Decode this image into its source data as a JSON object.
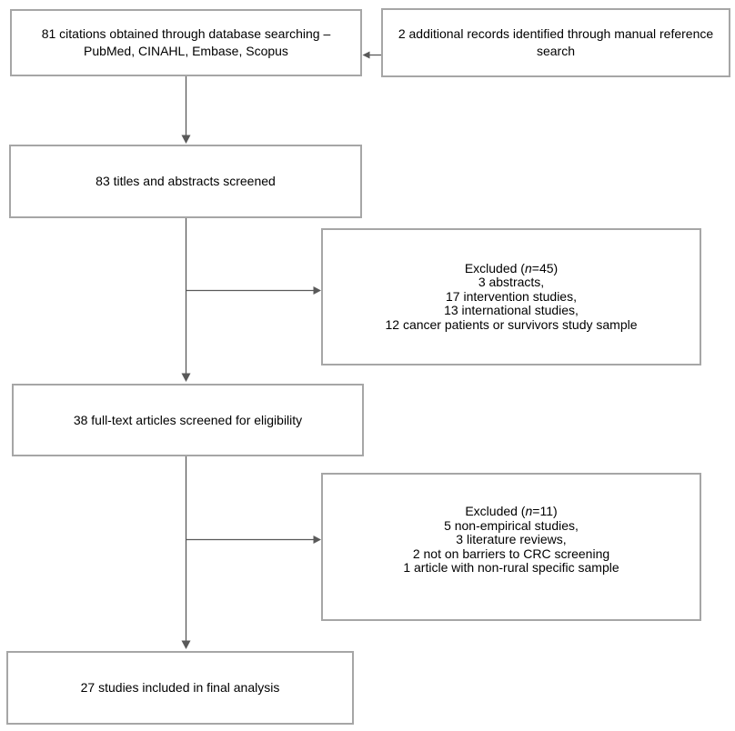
{
  "colors": {
    "box_border": "#a6a6a6",
    "arrow": "#595959",
    "text": "#000000",
    "background": "#ffffff"
  },
  "boxes": {
    "database_search": {
      "lines": [
        "81 citations obtained through database searching –",
        "PubMed, CINAHL, Embase,  Scopus"
      ]
    },
    "manual_search": {
      "lines": [
        "2 additional records identified through manual reference",
        "search"
      ]
    },
    "titles_screened": {
      "text": "83 titles and abstracts screened"
    },
    "excluded_screening": {
      "header_prefix": "Excluded (",
      "header_n": "n",
      "header_suffix": "=45)",
      "items": [
        "3 abstracts,",
        "17 intervention studies,",
        "13 international studies,",
        "12 cancer patients or survivors study sample"
      ]
    },
    "fulltext_screened": {
      "text": "38 full-text articles screened for eligibility"
    },
    "excluded_eligibility": {
      "header_prefix": "Excluded (",
      "header_n": "n",
      "header_suffix": "=11)",
      "items": [
        "5 non-empirical studies,",
        "3 literature reviews,",
        "2 not on barriers to CRC screening",
        "1 article with non-rural specific sample"
      ]
    },
    "included": {
      "text": "27 studies included in final analysis"
    }
  }
}
